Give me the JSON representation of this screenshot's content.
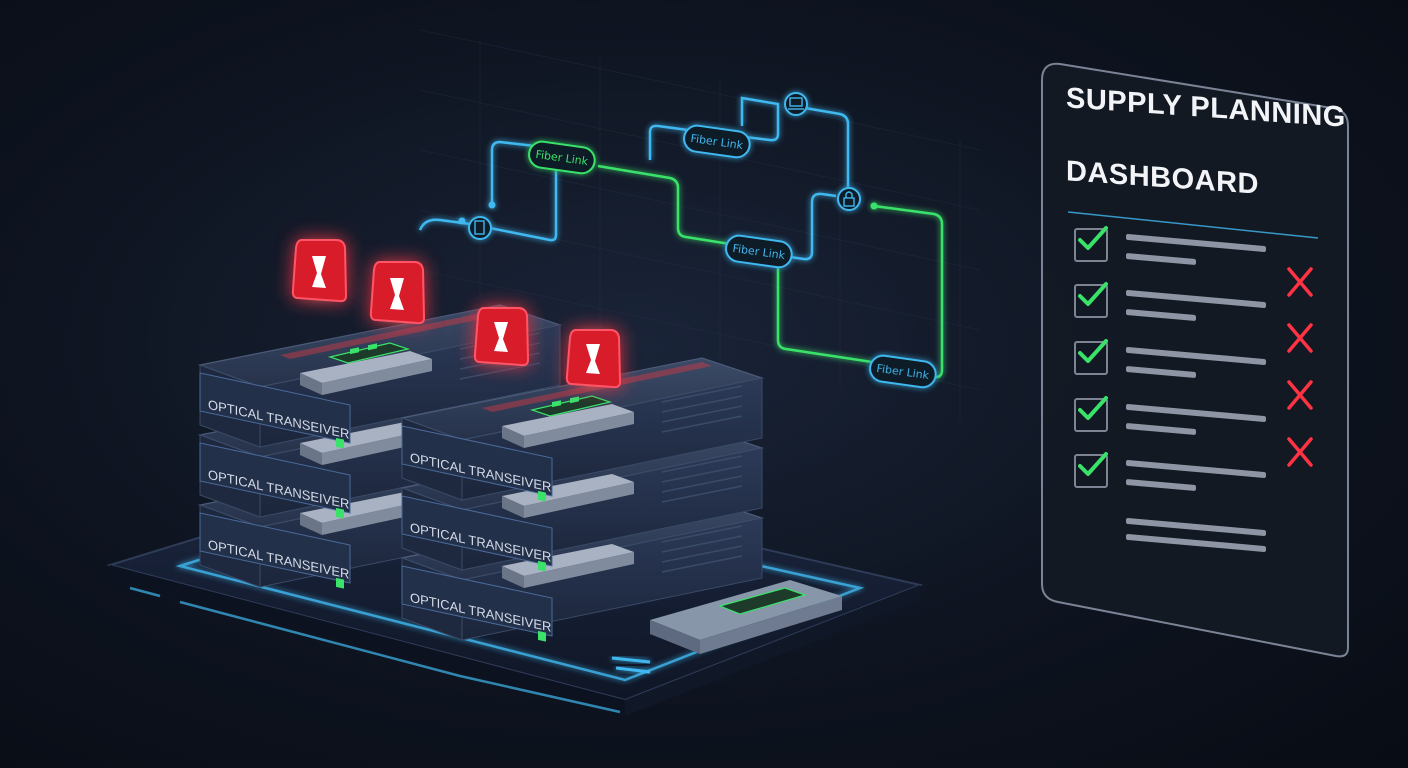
{
  "dashboard": {
    "title_line1": "SUPPLY PLANNING",
    "title_line2": "DASHBOARD",
    "rows": [
      {
        "checked": true,
        "flag": "x"
      },
      {
        "checked": true,
        "flag": "x"
      },
      {
        "checked": true,
        "flag": "x"
      },
      {
        "checked": true,
        "flag": "x"
      },
      {
        "checked": true,
        "flag": "none"
      },
      {
        "checked": false,
        "flag": "none"
      }
    ]
  },
  "network": {
    "link_label": "Fiber Link",
    "nodes": [
      "Fiber Link",
      "Fiber Link",
      "Fiber Link",
      "Fiber Link"
    ]
  },
  "modules": {
    "label": "OPTICAL TRANSEIVER",
    "count": 6
  },
  "colors": {
    "accent_blue": "#3fb8f0",
    "accent_green": "#3ae26a",
    "alert_red": "#ff2a3a",
    "panel_border": "#7a8496",
    "module_body": "#26344f"
  },
  "icons": [
    "alert-triangle-icon",
    "check-icon",
    "x-icon",
    "document-icon",
    "lock-icon",
    "laptop-icon"
  ]
}
